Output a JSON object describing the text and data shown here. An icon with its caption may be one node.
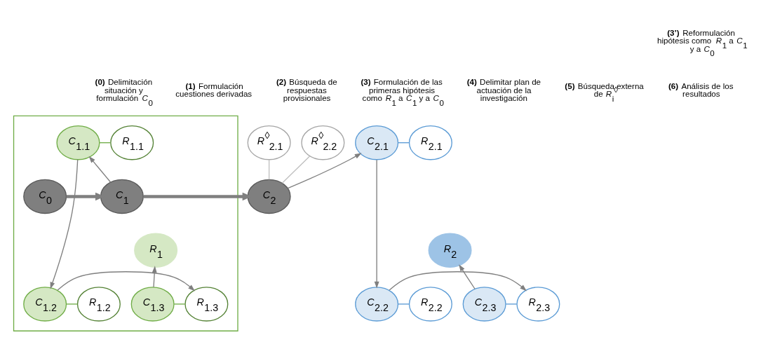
{
  "diagram": {
    "nodes": [
      {
        "text": [],
        "shape": "box"
      },
      {
        "text": [
          "*C*$_{0}$"
        ],
        "in": 0
      },
      {
        "text": [
          "*C*$_{1}$"
        ],
        "in": 0
      },
      {
        "text": [
          "*C*$_{1.1}$"
        ],
        "in": 0
      },
      {
        "text": [
          "*R*$_{1.1}$"
        ],
        "in": 0
      },
      {
        "text": [
          "*R*$_{1}$"
        ],
        "in": 0
      },
      {
        "text": [
          "*C*$_{1.3}$"
        ],
        "in": 0
      },
      {
        "text": [
          "*R*$_{1.3}$"
        ],
        "in": 0
      },
      {
        "text": [
          "*C*$_{1.2}$"
        ],
        "in": 0
      },
      {
        "text": [
          "*R*$_{1.2}$"
        ],
        "in": 0
      },
      {
        "text": [
          "*R*$^{◊}$$_{2.1}$"
        ]
      },
      {
        "text": [
          "*R*$^{◊}$$_{2.2}$"
        ]
      },
      {
        "text": [
          "*C*$_{2}$"
        ]
      },
      {
        "text": [
          "*C*$_{2.1}$"
        ]
      },
      {
        "text": [
          "*R*$_{2.1}$"
        ]
      },
      {
        "text": [
          "*R*$_{2}$"
        ]
      },
      {
        "text": [
          "*C*$_{2.3}$"
        ]
      },
      {
        "text": [
          "*R*$_{2.3}$"
        ]
      },
      {
        "text": [
          "*C*$_{2.2}$"
        ]
      },
      {
        "text": [
          "*R*$_{2.2}$"
        ]
      }
    ],
    "edges": [
      {
        "from": 1,
        "to": 2,
        "arrow": "to",
        "style": "thick"
      },
      {
        "from": 2,
        "to": 3,
        "arrow": "to"
      },
      {
        "from": 2,
        "to": 12,
        "arrow": "to",
        "style": "thick"
      },
      {
        "from": 3,
        "to": 4,
        "arrow": "none",
        "color": "#70ad47"
      },
      {
        "from": 3,
        "to": 8,
        "arrow": "to"
      },
      {
        "from": 8,
        "to": 9,
        "arrow": "none",
        "color": "#70ad47"
      },
      {
        "from": 8,
        "to": 7,
        "arrow": "to"
      },
      {
        "from": 6,
        "to": 7,
        "arrow": "none",
        "color": "#70ad47"
      },
      {
        "from": 6,
        "to": 5,
        "arrow": "to"
      },
      {
        "from": 10,
        "to": 12,
        "arrow": "none",
        "color": "#bfbfbf"
      },
      {
        "from": 11,
        "to": 12,
        "arrow": "none",
        "color": "#bfbfbf"
      },
      {
        "from": 12,
        "to": 13,
        "arrow": "to"
      },
      {
        "from": 13,
        "to": 14,
        "arrow": "none",
        "color": "#5b9bd5"
      },
      {
        "from": 13,
        "to": 18,
        "arrow": "to"
      },
      {
        "from": 18,
        "to": 19,
        "arrow": "none",
        "color": "#5b9bd5"
      },
      {
        "from": 18,
        "to": 17,
        "arrow": "to"
      },
      {
        "from": 16,
        "to": 17,
        "arrow": "none",
        "color": "#5b9bd5"
      },
      {
        "from": 16,
        "to": 15,
        "arrow": "to"
      }
    ],
    "labels": [
      "**(3’)** Reformulación hipótesis como *R*$_{1}$ a *C*$_{1}$ y a *C*$_{0}$",
      "**(0)** Delimitación situación y formulación *C*$_{0}$",
      "**(1)** Formulación cuestiones derivadas",
      "**(2)** Búsqueda de respuestas provisionales",
      "**(3)** Formulación de las primeras hipótesis como *R*$_{1}$ a *C*$_{1}$ y a *C*$_{0}$",
      "**(4)** Delimitar plan de actuación de la investigación",
      "**(5)** Búsqueda externa de *R*$_{i}$$^{◊}$",
      "**(6)** Análisis de los resultados"
    ]
  }
}
